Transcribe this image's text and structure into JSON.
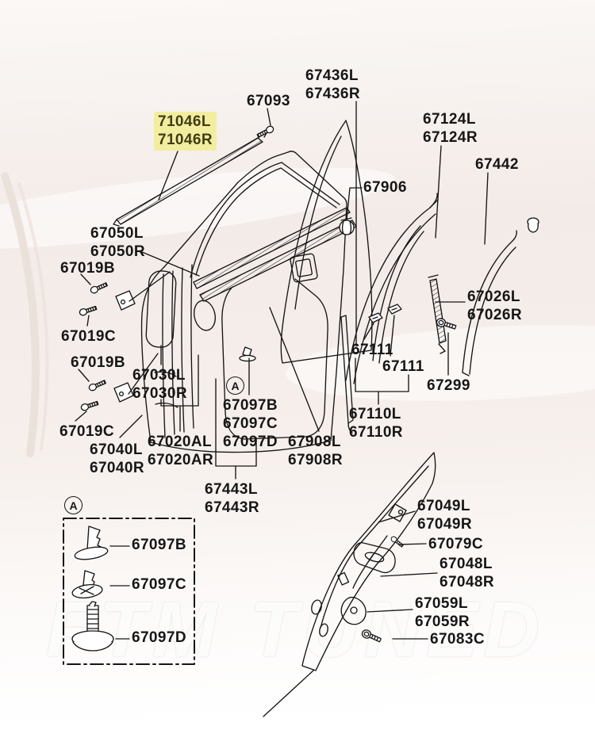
{
  "watermark": "FTM TUNED",
  "highlight_color": "#f3eda0",
  "callouts": {
    "belt_molding": {
      "line1": "71046L",
      "line2": "71046R",
      "highlighted": true
    },
    "screw_67093": {
      "line1": "67093"
    },
    "door_glass": {
      "line1": "67436L",
      "line2": "67436R"
    },
    "glass_run_channel": {
      "line1": "67124L",
      "line2": "67124R"
    },
    "rear_channel": {
      "line1": "67442"
    },
    "grommet_67906": {
      "line1": "67906"
    },
    "inner_belt_strip": {
      "line1": "67050L",
      "line2": "67050R"
    },
    "screw_67019b_upper": {
      "line1": "67019B"
    },
    "screw_67019c_upper": {
      "line1": "67019C"
    },
    "screw_67019b_lower": {
      "line1": "67019B"
    },
    "seal_tape_67030": {
      "line1": "67030L",
      "line2": "67030R"
    },
    "screw_67019c_lower": {
      "line1": "67019C"
    },
    "protector_67040": {
      "line1": "67040L",
      "line2": "67040R"
    },
    "door_panel_67020a": {
      "line1": "67020AL",
      "line2": "67020AR"
    },
    "clip_67097b": {
      "line1": "67097B"
    },
    "clip_67097c": {
      "line1": "67097C"
    },
    "clip_67097d": {
      "line1": "67097D"
    },
    "opening_weatherstrip": {
      "line1": "67443L",
      "line2": "67443R"
    },
    "drip_line_67908": {
      "line1": "67908L",
      "line2": "67908R"
    },
    "glass_holder_front": {
      "line1": "67111"
    },
    "glass_holder_rear": {
      "line1": "67111"
    },
    "bolt_67299": {
      "line1": "67299"
    },
    "rear_run_channel": {
      "line1": "67110L",
      "line2": "67110R"
    },
    "center_sash": {
      "line1": "67026L",
      "line2": "67026R"
    },
    "inner_panel": {
      "line1": "67049L",
      "line2": "67049R"
    },
    "screw_67079c": {
      "line1": "67079C"
    },
    "inside_handle": {
      "line1": "67048L",
      "line2": "67048R"
    },
    "latch_67059": {
      "line1": "67059L",
      "line2": "67059R"
    },
    "screw_67083c": {
      "line1": "67083C"
    }
  },
  "legend": {
    "marker": "A",
    "items": [
      {
        "label": "67097B",
        "icon": "push-clip-icon"
      },
      {
        "label": "67097C",
        "icon": "snap-clip-icon"
      },
      {
        "label": "67097D",
        "icon": "screw-grommet-icon"
      }
    ]
  }
}
